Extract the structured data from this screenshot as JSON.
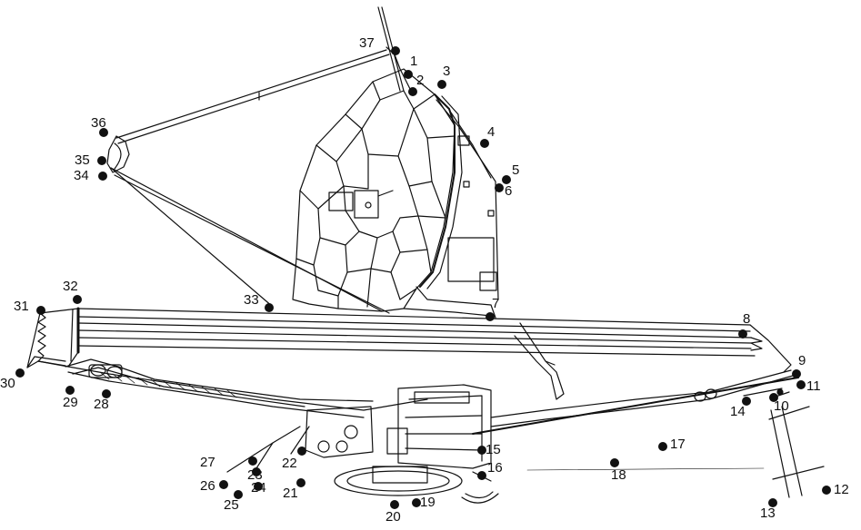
{
  "figure": {
    "callouts": [
      "1",
      "2",
      "3",
      "4",
      "5",
      "6",
      "7",
      "8",
      "9",
      "10",
      "11",
      "12",
      "13",
      "14",
      "15",
      "16",
      "17",
      "18",
      "19",
      "20",
      "21",
      "22",
      "23",
      "24",
      "25",
      "26",
      "27",
      "28",
      "29",
      "30",
      "31",
      "32",
      "33",
      "34",
      "35",
      "36",
      "37"
    ]
  }
}
